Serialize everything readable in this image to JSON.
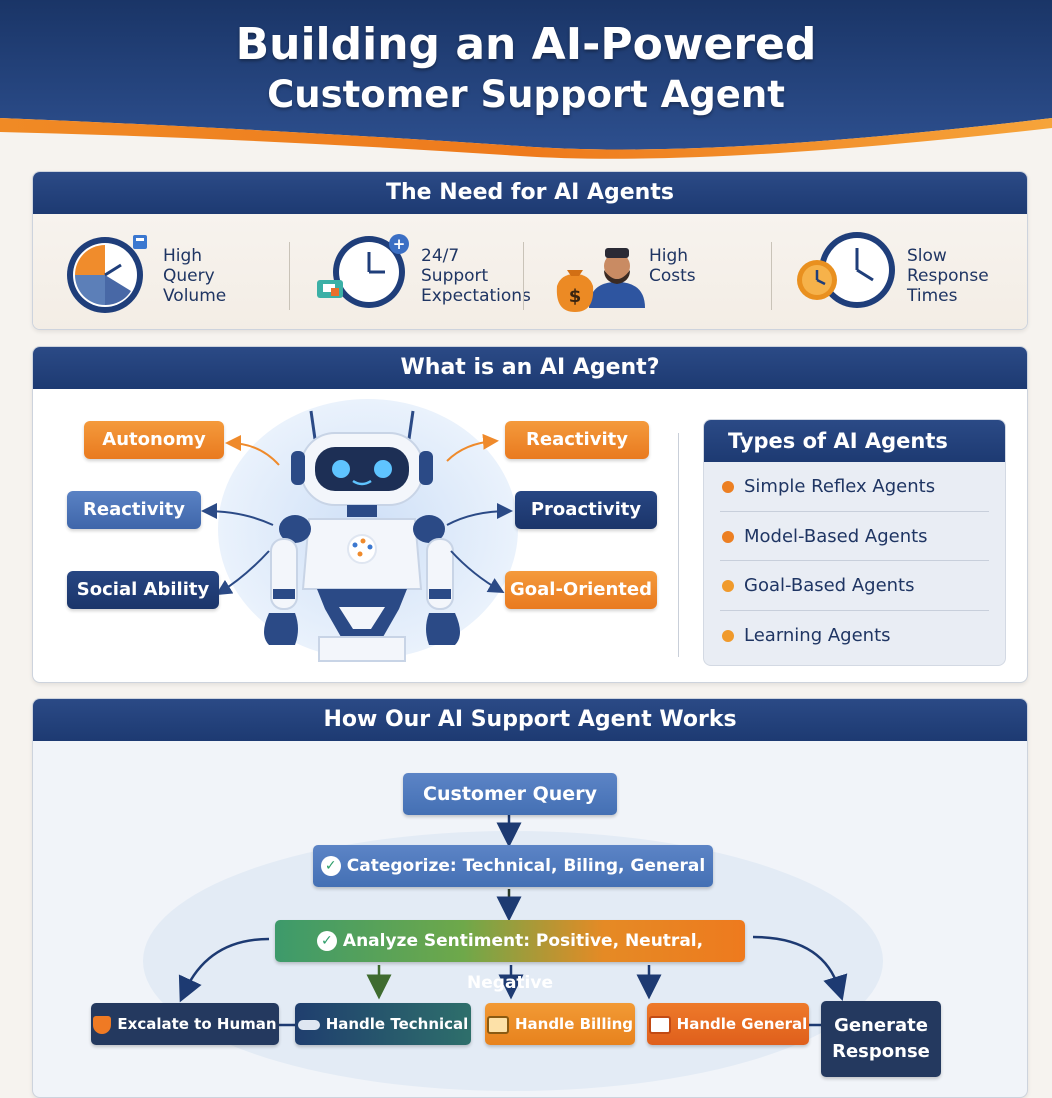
{
  "header": {
    "title_line1": "Building an AI-Powered",
    "title_line2": "Customer Support Agent"
  },
  "need": {
    "title": "The Need for AI Agents",
    "items": [
      {
        "label_l1": "High",
        "label_l2": "Query Volume",
        "label_l3": "",
        "icon": "pie-clock-icon"
      },
      {
        "label_l1": "24/7",
        "label_l2": "Support",
        "label_l3": "Expectations",
        "icon": "clock-plus-icon"
      },
      {
        "label_l1": "High",
        "label_l2": "Costs",
        "label_l3": "",
        "icon": "money-bag-person-icon"
      },
      {
        "label_l1": "Slow",
        "label_l2": "Response",
        "label_l3": "Times",
        "icon": "clocks-icon"
      }
    ]
  },
  "what": {
    "title": "What is an AI Agent?",
    "traits": {
      "autonomy": "Autonomy",
      "reactivity_right": "Reactivity",
      "reactivity_left": "Reactivity",
      "proactivity": "Proactivity",
      "social": "Social Ability",
      "goal": "Goal-Oriented"
    },
    "types_title": "Types of AI Agents",
    "types": [
      "Simple Reflex Agents",
      "Model-Based Agents",
      "Goal-Based Agents",
      "Learning Agents"
    ]
  },
  "how": {
    "title": "How Our AI Support Agent Works",
    "query": "Customer Query",
    "categorize": "Categorize: Technical, Biling, General",
    "sentiment": "Analyze Sentiment: Positive, Neutral, Negative",
    "escalate": "Excalate to Human",
    "technical": "Handle Technical",
    "billing": "Handle Billing",
    "general": "Handle General",
    "generate_l1": "Generate",
    "generate_l2": "Response"
  },
  "colors": {
    "navy": "#1d3a72",
    "orange": "#e97a1f",
    "blue": "#4a72b8",
    "green": "#3c9a6b"
  }
}
